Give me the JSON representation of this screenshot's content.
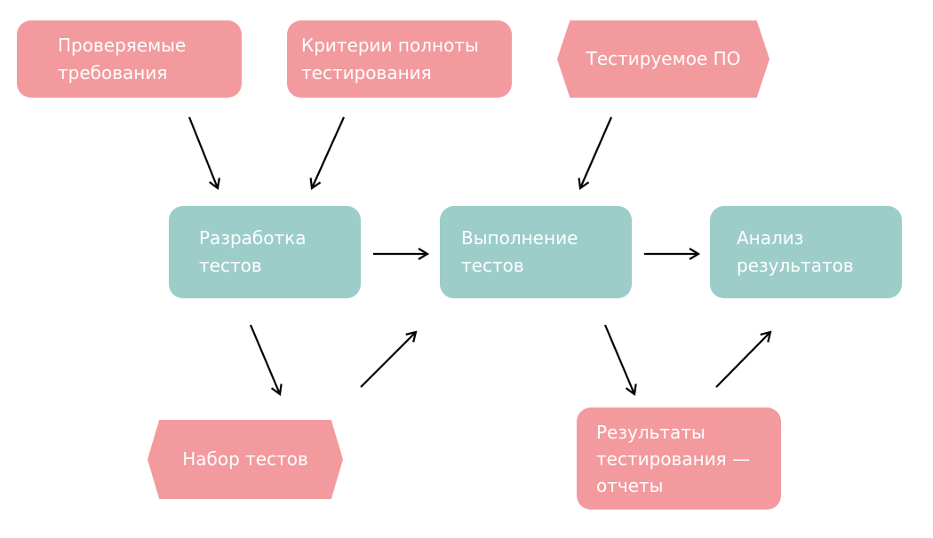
{
  "diagram": {
    "colors": {
      "input": "#f39a9e",
      "process": "#9ccdc9",
      "arrow": "#000000",
      "text": "#ffffff"
    },
    "inputs": {
      "requirements": "Проверяемые\nтребования",
      "criteria": "Критерии полноты\nтестирования",
      "software": "Тестируемое ПО"
    },
    "processes": {
      "design": "Разработка\nтестов",
      "execution": "Выполнение\nтестов",
      "analysis": "Анализ\nрезультатов"
    },
    "artifacts": {
      "test_suite": "Набор тестов",
      "results": "Результаты\nтестирования —\nотчеты"
    },
    "edges": [
      {
        "from": "requirements",
        "to": "design"
      },
      {
        "from": "criteria",
        "to": "design"
      },
      {
        "from": "software",
        "to": "execution"
      },
      {
        "from": "design",
        "to": "execution"
      },
      {
        "from": "execution",
        "to": "analysis"
      },
      {
        "from": "design",
        "to": "test_suite"
      },
      {
        "from": "test_suite",
        "to": "execution"
      },
      {
        "from": "execution",
        "to": "results"
      },
      {
        "from": "results",
        "to": "analysis"
      }
    ]
  }
}
